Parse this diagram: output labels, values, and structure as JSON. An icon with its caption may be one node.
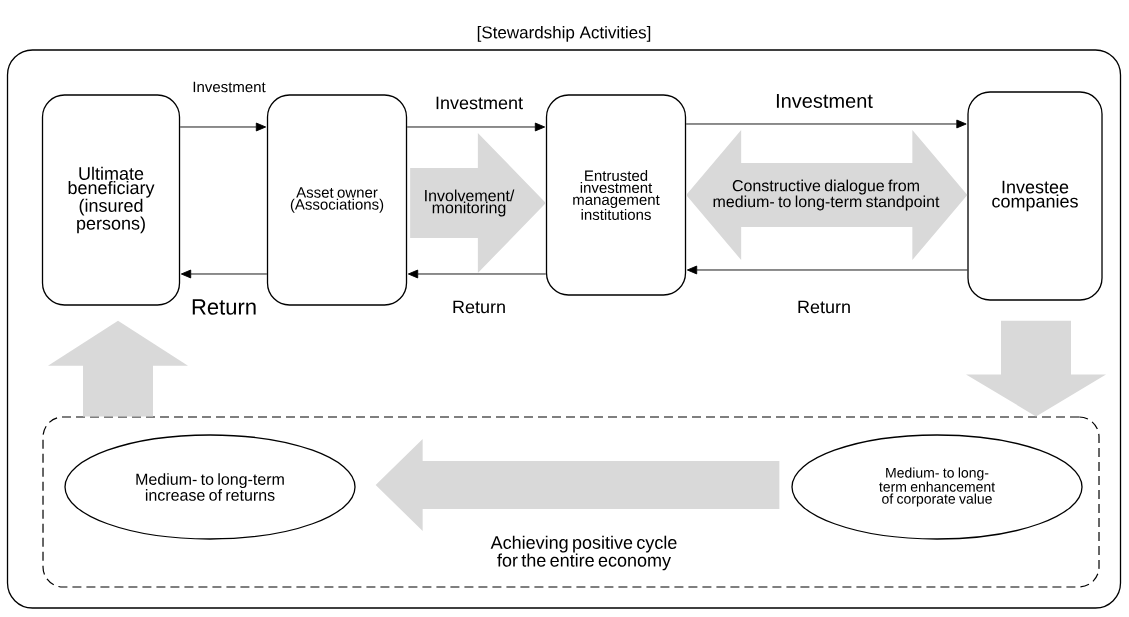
{
  "diagram": {
    "nodes": [
      {
        "text": [
          "[Stewardship Activities]"
        ]
      },
      {
        "text": [
          "Ultimate beneficiary (insured persons)"
        ],
        "in": 0
      },
      {
        "text": [
          "Asset owner (Associations)"
        ],
        "in": 0
      },
      {
        "text": [
          "Entrusted investment management institutions"
        ],
        "in": 0
      },
      {
        "text": [
          "Investee companies"
        ],
        "in": 0
      },
      {
        "text": [],
        "shape": "box",
        "in": 0
      },
      {
        "text": [
          "Medium- to long-term increase of returns"
        ],
        "in": 5
      },
      {
        "text": [
          "Medium- to long-term enhancement of corporate value"
        ],
        "in": 5
      }
    ],
    "edges": [
      {
        "from": 1,
        "to": 2,
        "arrow": "to",
        "label": "Investment"
      },
      {
        "from": 2,
        "to": 3,
        "arrow": "to",
        "label": "Investment"
      },
      {
        "from": 3,
        "to": 4,
        "arrow": "to",
        "label": "Investment"
      },
      {
        "from": 2,
        "to": 1,
        "arrow": "to",
        "label": "Return"
      },
      {
        "from": 3,
        "to": 2,
        "arrow": "to",
        "label": "Return"
      },
      {
        "from": 4,
        "to": 3,
        "arrow": "to",
        "label": "Return"
      },
      {
        "from": 2,
        "to": 3,
        "arrow": "to",
        "label": "Involvement/ monitoring",
        "style": "thick",
        "color": "#d9d9d9"
      },
      {
        "from": 3,
        "to": 4,
        "arrow": "both",
        "label": "Constructive dialogue from medium- to long-term standpoint",
        "style": "thick",
        "color": "#d9d9d9"
      },
      {
        "from": 4,
        "to": 5,
        "arrow": "to",
        "style": "thick",
        "color": "#d9d9d9"
      },
      {
        "from": 5,
        "to": 1,
        "arrow": "to",
        "style": "thick",
        "color": "#d9d9d9"
      },
      {
        "from": 7,
        "to": 6,
        "arrow": "to",
        "label": "Achieving positive cycle for the entire economy",
        "style": "thick",
        "color": "#d9d9d9"
      }
    ]
  }
}
